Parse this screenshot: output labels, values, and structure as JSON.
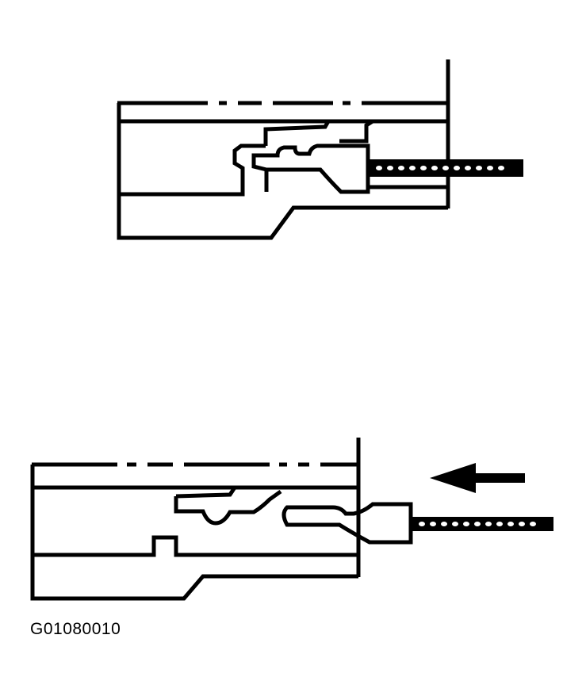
{
  "figure": {
    "code": "G01080010",
    "diagrams": [
      {
        "id": "terminal-locked",
        "description_visible": false
      },
      {
        "id": "terminal-inserting",
        "description_visible": false
      }
    ],
    "arrow_direction": "left",
    "colors": {
      "line": "#000000",
      "background": "#ffffff"
    }
  }
}
